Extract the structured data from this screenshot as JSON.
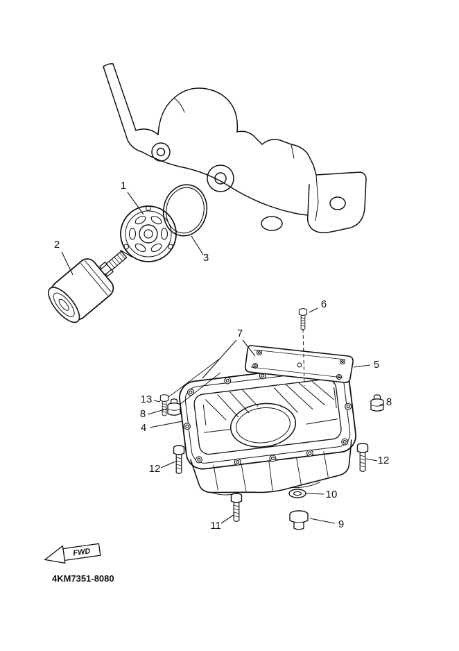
{
  "colors": {
    "ink": "#111111",
    "paper": "#ffffff"
  },
  "footer": {
    "part_code": "4KM7351-8080"
  },
  "direction": {
    "label": "FWD"
  },
  "callouts": {
    "c1": "1",
    "c2": "2",
    "c3": "3",
    "c4": "4",
    "c5": "5",
    "c6": "6",
    "c7": "7",
    "c8_left": "8",
    "c8_right": "8",
    "c9": "9",
    "c10": "10",
    "c11": "11",
    "c12_left": "12",
    "c12_right": "12",
    "c13": "13"
  }
}
